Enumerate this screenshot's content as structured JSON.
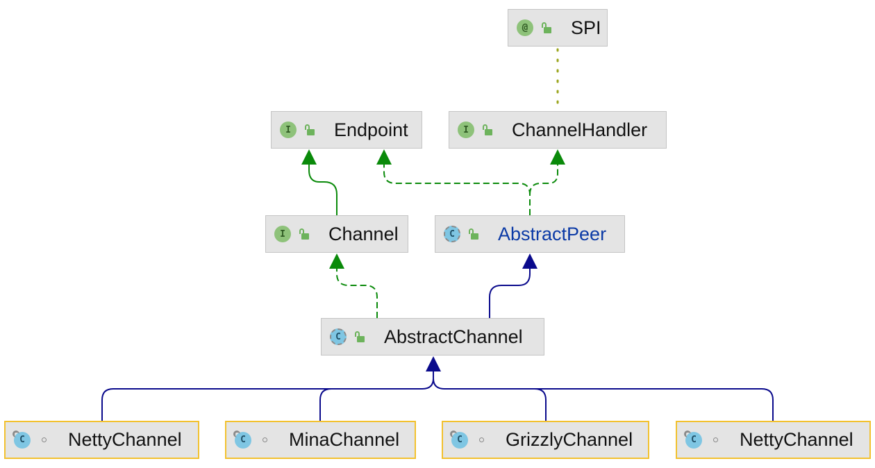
{
  "diagram": {
    "nodes": {
      "spi": {
        "label": "SPI",
        "kind": "annotation",
        "kind_glyph": "@",
        "visibility_icon": "open-lock-icon"
      },
      "endpoint": {
        "label": "Endpoint",
        "kind": "interface",
        "kind_glyph": "I",
        "visibility_icon": "open-lock-icon"
      },
      "channel_handler": {
        "label": "ChannelHandler",
        "kind": "interface",
        "kind_glyph": "I",
        "visibility_icon": "open-lock-icon"
      },
      "channel": {
        "label": "Channel",
        "kind": "interface",
        "kind_glyph": "I",
        "visibility_icon": "open-lock-icon"
      },
      "abstract_peer": {
        "label": "AbstractPeer",
        "kind": "abstract-class",
        "kind_glyph": "C",
        "visibility_icon": "open-lock-icon"
      },
      "abstract_channel": {
        "label": "AbstractChannel",
        "kind": "abstract-class",
        "kind_glyph": "C",
        "visibility_icon": "open-lock-icon"
      },
      "netty_channel_a": {
        "label": "NettyChannel",
        "kind": "class",
        "kind_glyph": "C",
        "visibility_icon": "package-private-dot-icon"
      },
      "mina_channel": {
        "label": "MinaChannel",
        "kind": "class",
        "kind_glyph": "C",
        "visibility_icon": "package-private-dot-icon"
      },
      "grizzly_channel": {
        "label": "GrizzlyChannel",
        "kind": "class",
        "kind_glyph": "C",
        "visibility_icon": "package-private-dot-icon"
      },
      "netty_channel_b": {
        "label": "NettyChannel",
        "kind": "class",
        "kind_glyph": "C",
        "visibility_icon": "package-private-dot-icon"
      }
    },
    "edges": [
      {
        "from": "channel_handler",
        "to": "spi",
        "type": "annotation"
      },
      {
        "from": "channel",
        "to": "endpoint",
        "type": "extends-interface"
      },
      {
        "from": "abstract_peer",
        "to": "endpoint",
        "type": "implements"
      },
      {
        "from": "abstract_peer",
        "to": "channel_handler",
        "type": "implements"
      },
      {
        "from": "abstract_channel",
        "to": "channel",
        "type": "implements"
      },
      {
        "from": "abstract_channel",
        "to": "abstract_peer",
        "type": "extends"
      },
      {
        "from": "netty_channel_a",
        "to": "abstract_channel",
        "type": "extends"
      },
      {
        "from": "mina_channel",
        "to": "abstract_channel",
        "type": "extends"
      },
      {
        "from": "grizzly_channel",
        "to": "abstract_channel",
        "type": "extends"
      },
      {
        "from": "netty_channel_b",
        "to": "abstract_channel",
        "type": "extends"
      }
    ],
    "colors": {
      "interface_inheritance": "#0a8a0a",
      "class_inheritance": "#0a0a8c",
      "annotation_link": "#9aa51c",
      "selected_border": "#f2c12e",
      "node_fill": "#e4e4e4"
    }
  }
}
